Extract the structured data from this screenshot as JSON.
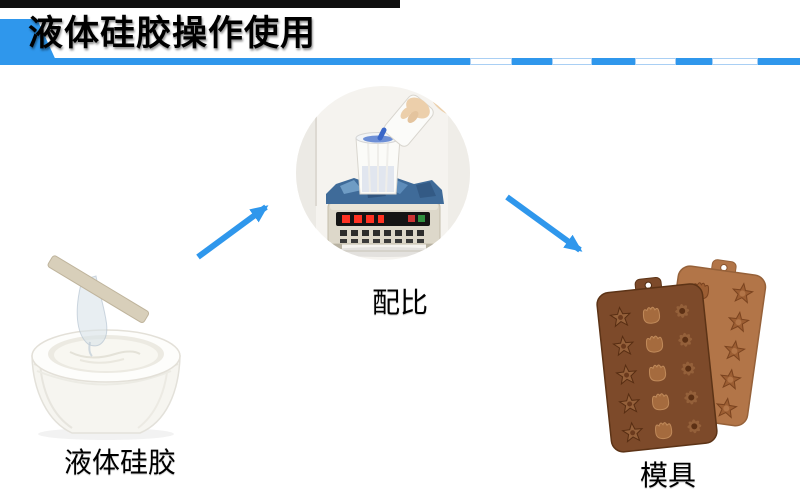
{
  "slide": {
    "title": "液体硅胶操作使用"
  },
  "flow": {
    "steps": [
      {
        "id": "liquid-silicone",
        "label": "液体硅胶",
        "image": "bucket-of-liquid-silicone-photo"
      },
      {
        "id": "mixing",
        "label": "配比",
        "image": "electronic-scale-pouring-photo"
      },
      {
        "id": "mold",
        "label": "模具",
        "image": "chocolate-mold-trays-photo"
      }
    ],
    "arrows": [
      {
        "from": "liquid-silicone",
        "to": "mixing",
        "direction": "up-right"
      },
      {
        "from": "mixing",
        "to": "mold",
        "direction": "down-right"
      }
    ]
  },
  "colors": {
    "accent_blue": "#2f97ec",
    "dash_border": "#a9cff4",
    "top_bar": "#0f0f0f",
    "title_text": "#000000",
    "mold_front_brown": "#7d4a2a",
    "mold_back_brown": "#b27548",
    "bag_blue": "#3f6b99",
    "liquid_blue": "#3a66c8",
    "display_red": "#ff3222"
  }
}
